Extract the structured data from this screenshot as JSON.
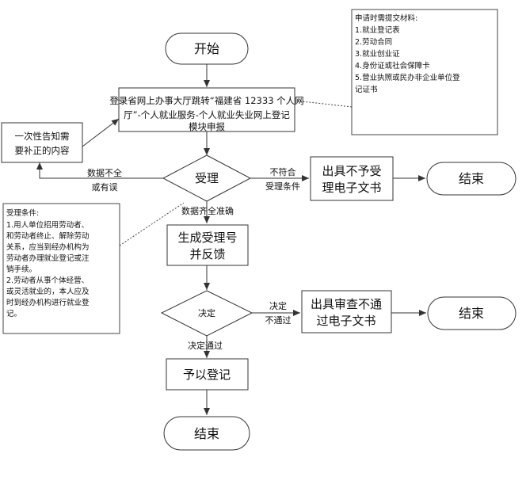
{
  "materials_note": {
    "title": "申请时需提交材料:",
    "items": [
      "1.就业登记表",
      "2.劳动合同",
      "3.就业创业证",
      "4.身份证或社会保障卡",
      "5.营业执照或民办非企业单位登",
      "记证书"
    ]
  },
  "conditions_note": {
    "title": "受理条件:",
    "lines": [
      "1.用人单位招用劳动者、",
      "和劳动者终止、解除劳动",
      "关系，应当到经办机构为",
      "劳动者办理就业登记或注",
      "销手续。",
      "2.劳动者从事个体经营、",
      "或灵活就业的，本人应及",
      "时到经办机构进行就业登",
      "记。"
    ]
  },
  "nodes": {
    "start": "开始",
    "login_line1": "登录省网上办事大厅跳转“福建省 12333 个人网",
    "login_line2": "厅”-个人就业服务-个人就业失业网上登记",
    "login_line3": "模块申报",
    "supplement_line1": "一次性告知需",
    "supplement_line2": "要补正的内容",
    "accept": "受理",
    "reject_line1": "出具不予受",
    "reject_line2": "理电子文书",
    "end1": "结束",
    "gen_line1": "生成受理号",
    "gen_line2": "并反馈",
    "decide": "决定",
    "fail_line1": "出具审查不通",
    "fail_line2": "过电子文书",
    "end2": "结束",
    "register": "予以登记",
    "end3": "结束"
  },
  "edge_labels": {
    "incomplete_line1": "数据不全",
    "incomplete_line2": "或有误",
    "noncompliant_line1": "不符合",
    "noncompliant_line2": "受理条件",
    "complete": "数据齐全准确",
    "fail_line1": "决定",
    "fail_line2": "不通过",
    "pass": "决定通过"
  }
}
